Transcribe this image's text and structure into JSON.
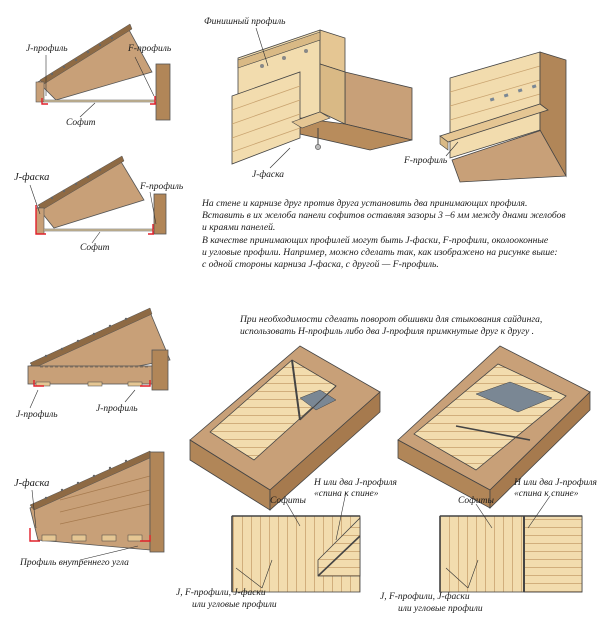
{
  "labels": {
    "j_profile_top": "J-профиль",
    "f_profile_top": "F-профиль",
    "sofit_top": "Софит",
    "j_faska_mid": "J-фаска",
    "f_profile_mid": "F-профиль",
    "sofit_mid": "Софит",
    "finish_profile": "Финишный профиль",
    "j_faska_3d": "J-фаска",
    "f_profile_3d": "F-профиль",
    "j_profile_low_left": "J-профиль",
    "j_profile_low_right": "J-профиль",
    "j_faska_bottom": "J-фаска",
    "inner_corner_profile": "Профиль внутреннего угла",
    "h_or_two_j_left_1": "Н или два J-профиля",
    "h_or_two_j_left_2": "«спина к спине»",
    "h_or_two_j_right_1": "Н или два J-профиля",
    "h_or_two_j_right_2": "«спина к спине»",
    "sofity_left": "Софиты",
    "sofity_right": "Софиты",
    "profiles_left_1": "J, F-профили, J-фаски",
    "profiles_left_2": "или угловые профили",
    "profiles_right_1": "J, F-профили, J-фаски",
    "profiles_right_2": "или угловые профили"
  },
  "paragraph1": [
    "На стене и карнизе друг против друга установить два принимающих профиля.",
    "Вставить в их желоба панели софитов оставляя зазоры 3 –6 мм между днами желобов",
    "и краями панелей.",
    "В качестве принимающих профилей могут быть J-фаски, F-профили, околооконные",
    "и угловые профили. Например, можно сделать так, как изображено на рисунке выше:",
    "с одной стороны карниза J-фаска, с другой — F-профиль."
  ],
  "paragraph2": [
    "При необходимости сделать поворот обшивки для стыкования сайдинга,",
    "использовать Н-профиль либо два J-профиля примкнутые друг к другу ."
  ],
  "colors": {
    "wood": "#c8a078",
    "wood_dark": "#a67a4e",
    "panel": "#f2dcae",
    "panel_dark": "#d9b985",
    "accent_red": "#e0202a",
    "slot_blue": "#7a8794"
  }
}
